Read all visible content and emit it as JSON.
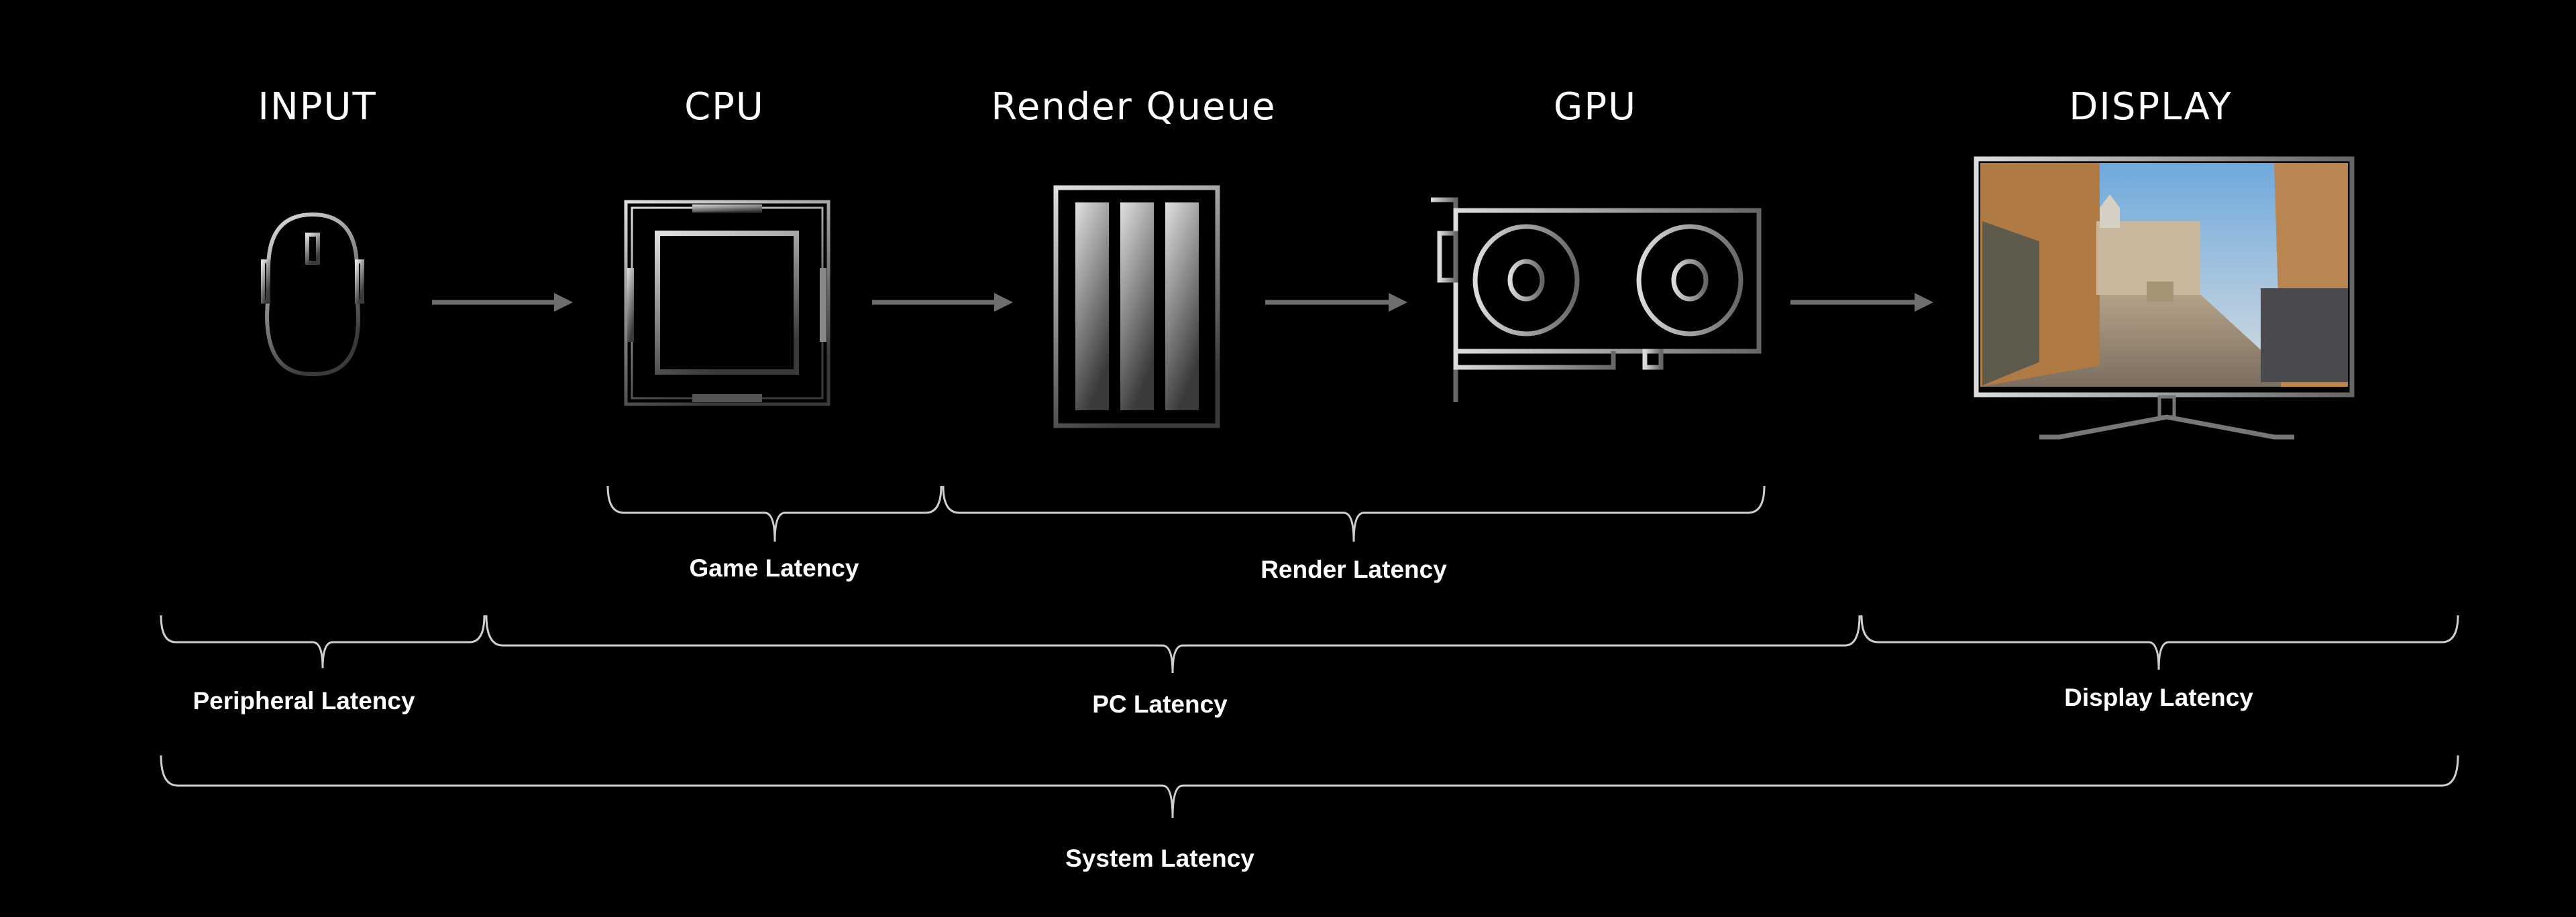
{
  "stages": [
    {
      "label": "INPUT",
      "icon": "mouse-icon"
    },
    {
      "label": "CPU",
      "icon": "cpu-icon"
    },
    {
      "label": "Render Queue",
      "icon": "render-queue-icon"
    },
    {
      "label": "GPU",
      "icon": "gpu-icon"
    },
    {
      "label": "DISPLAY",
      "icon": "monitor-icon"
    }
  ],
  "latencies": {
    "game": "Game Latency",
    "render": "Render Latency",
    "peripheral": "Peripheral Latency",
    "pc": "PC Latency",
    "display": "Display Latency",
    "system": "System Latency"
  },
  "colors": {
    "background": "#000000",
    "text": "#ffffff",
    "arrow": "#6e6e6e",
    "brace": "#cfcfcf"
  }
}
